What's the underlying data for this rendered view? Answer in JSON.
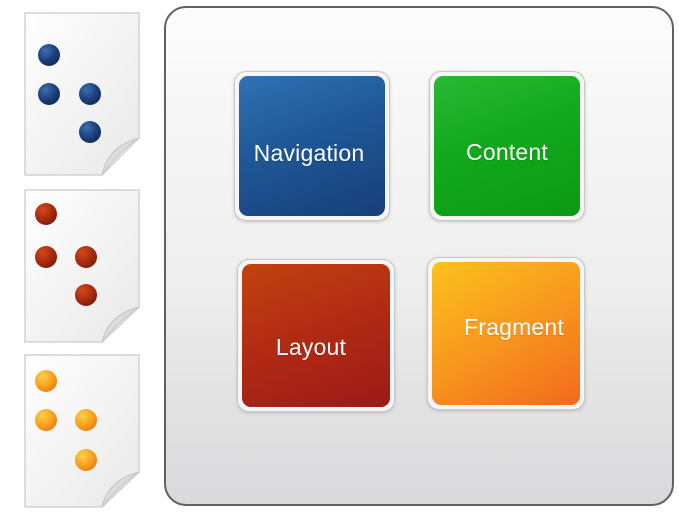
{
  "tiles": {
    "navigation": {
      "label": "Navigation",
      "color": "#1f5796"
    },
    "content": {
      "label": "Content",
      "color": "#12a81d"
    },
    "layout": {
      "label": "Layout",
      "color": "#b02a14"
    },
    "fragment": {
      "label": "Fragment",
      "color": "#f89c1e"
    }
  },
  "documents": [
    {
      "icon": "document-icon",
      "dot_color": "#173f7a",
      "dots": 4
    },
    {
      "icon": "document-icon",
      "dot_color": "#b0300f",
      "dots": 4
    },
    {
      "icon": "document-icon",
      "dot_color": "#f8a21e",
      "dots": 4
    }
  ],
  "colors": {
    "panel_border": "#606060",
    "background": "#ffffff"
  }
}
